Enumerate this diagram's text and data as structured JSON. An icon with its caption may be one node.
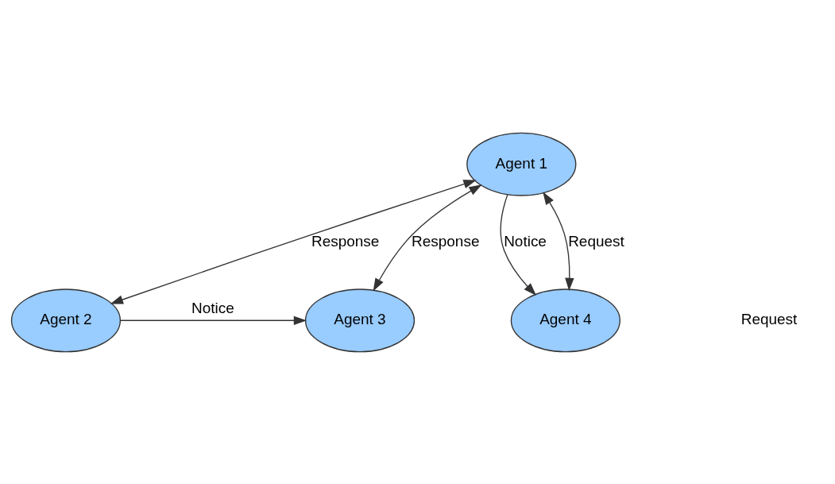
{
  "diagram": {
    "nodes": [
      {
        "text": [
          "Agent 1"
        ]
      },
      {
        "text": [
          "Agent 2"
        ]
      },
      {
        "text": [
          "Agent 3"
        ]
      },
      {
        "text": [
          "Agent 4"
        ]
      }
    ],
    "edges": [
      {
        "from": 0,
        "to": 3,
        "arrow": "to",
        "label": "Notice"
      },
      {
        "from": 0,
        "to": 1,
        "arrow": "both",
        "label": "Response"
      },
      {
        "from": 1,
        "to": 2,
        "arrow": "to",
        "label": "Notice"
      },
      {
        "from": 0,
        "to": 2,
        "arrow": "both",
        "label": "Response"
      },
      {
        "from": 0,
        "to": 3,
        "arrow": "both",
        "label": "Request"
      }
    ],
    "labels": [
      "Request"
    ]
  }
}
